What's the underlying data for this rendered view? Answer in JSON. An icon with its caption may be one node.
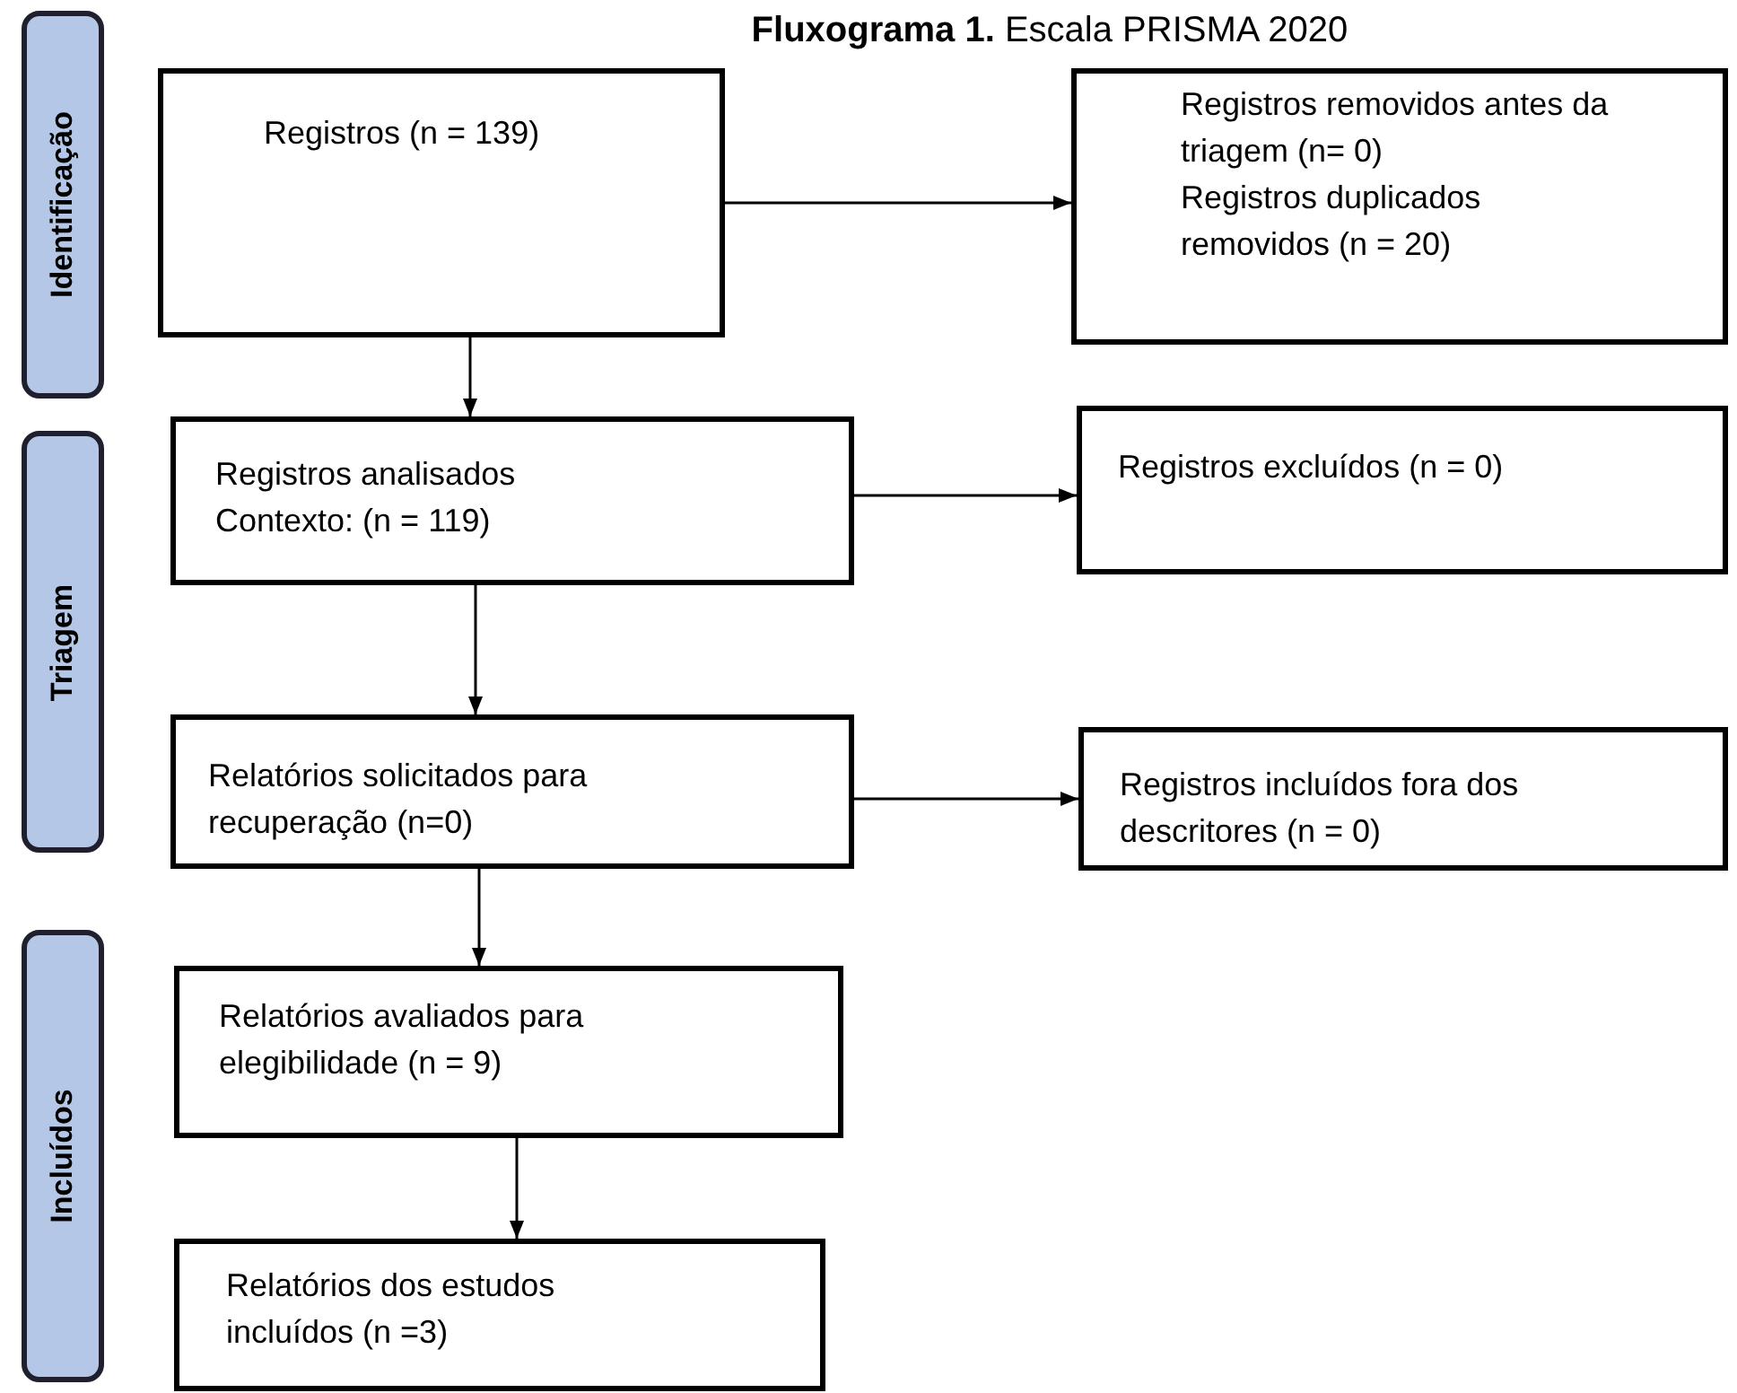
{
  "diagram": {
    "title": "**Fluxograma 1.** Escala PRISMA 2020",
    "nodes": [
      {
        "text": [
          "Identificação"
        ]
      },
      {
        "text": [
          "Registros (n = 139)"
        ]
      },
      {
        "text": [
          "Registros removidos antes da triagem (n= 0)",
          "Registros duplicados removidos (n = 20)"
        ]
      },
      {
        "text": [
          "Triagem"
        ]
      },
      {
        "text": [
          "Registros analisados",
          "Contexto: (n = 119)"
        ]
      },
      {
        "text": [
          "Registros excluídos (n = 0)"
        ]
      },
      {
        "text": [
          "Relatórios solicitados para recuperação (n=0)"
        ]
      },
      {
        "text": [
          "Registros incluídos fora dos descritores (n = 0)"
        ]
      },
      {
        "text": [
          "Incluídos"
        ]
      },
      {
        "text": [
          "Relatórios avaliados para elegibilidade (n = 9)"
        ]
      },
      {
        "text": [
          "Relatórios dos estudos incluídos (n =3)"
        ]
      }
    ],
    "edges": [
      {
        "from": 1,
        "to": 2,
        "arrow": "to"
      },
      {
        "from": 1,
        "to": 4,
        "arrow": "to"
      },
      {
        "from": 4,
        "to": 5,
        "arrow": "to"
      },
      {
        "from": 4,
        "to": 6,
        "arrow": "to"
      },
      {
        "from": 6,
        "to": 7,
        "arrow": "to"
      },
      {
        "from": 6,
        "to": 9,
        "arrow": "to"
      },
      {
        "from": 9,
        "to": 10,
        "arrow": "to"
      }
    ]
  }
}
